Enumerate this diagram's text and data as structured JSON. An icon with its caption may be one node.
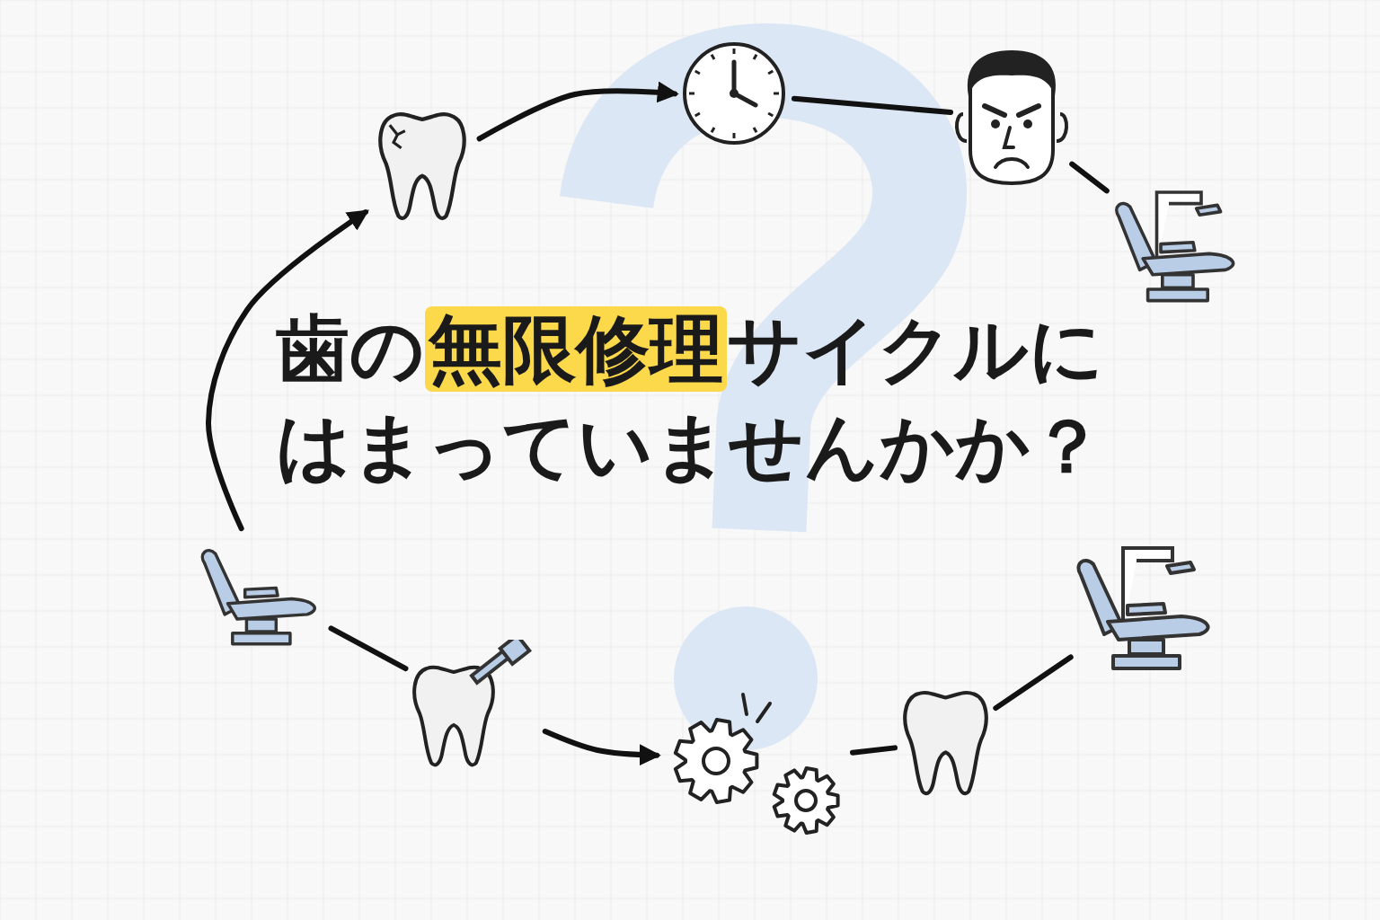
{
  "diagram": {
    "title": "歯の**無限修理**サイクルにはまっていませんかか？",
    "nodes": [
      {
        "text": [],
        "shape": "picture"
      },
      {
        "text": [],
        "shape": "picture"
      },
      {
        "text": [],
        "shape": "person"
      },
      {
        "text": [],
        "shape": "picture"
      },
      {
        "text": [],
        "shape": "picture"
      },
      {
        "text": [],
        "shape": "picture"
      },
      {
        "text": [],
        "shape": "picture"
      },
      {
        "text": [],
        "shape": "picture"
      },
      {
        "text": [],
        "shape": "picture"
      }
    ],
    "edges": [
      {
        "from": 8,
        "to": 0,
        "arrow": "to"
      },
      {
        "from": 0,
        "to": 1,
        "arrow": "to"
      },
      {
        "from": 1,
        "to": 2,
        "arrow": "none"
      },
      {
        "from": 2,
        "to": 3,
        "arrow": "none"
      },
      {
        "from": 4,
        "to": 5,
        "arrow": "none"
      },
      {
        "from": 5,
        "to": 6,
        "arrow": "none"
      },
      {
        "from": 7,
        "to": 6,
        "arrow": "to"
      },
      {
        "from": 8,
        "to": 7,
        "arrow": "none"
      }
    ]
  }
}
